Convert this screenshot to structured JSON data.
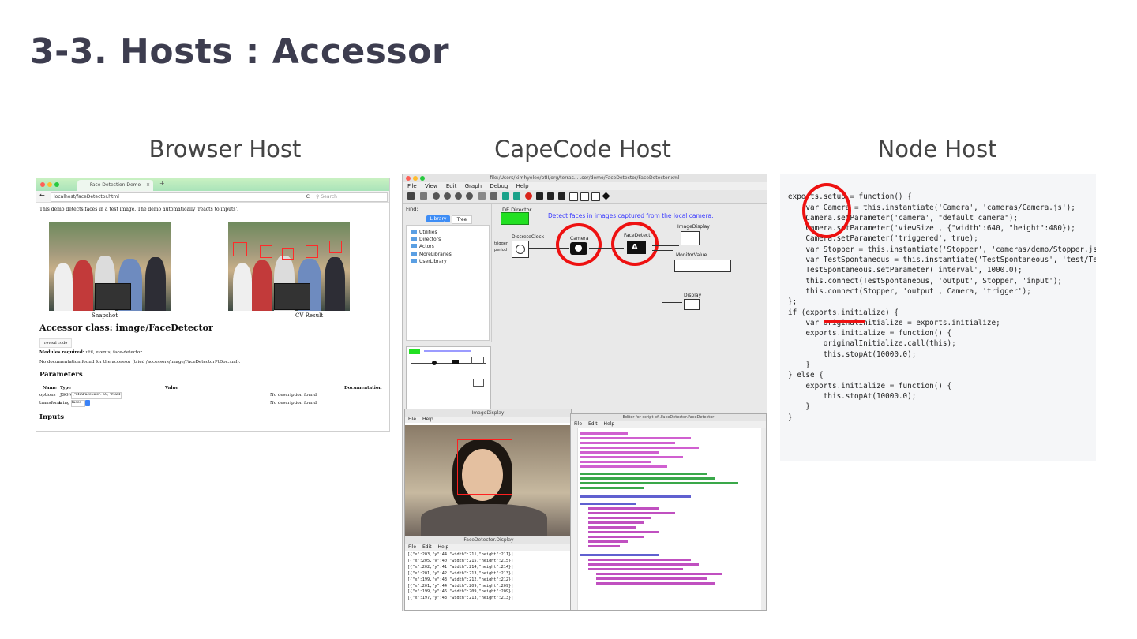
{
  "page_title": "3-3. Hosts : Accessor",
  "columns": {
    "browser": "Browser Host",
    "capecode": "CapeCode Host",
    "node": "Node Host"
  },
  "browser": {
    "tab_title": "Face Detection Demo",
    "tab_close": "×",
    "new_tab": "+",
    "url": "localhost/faceDetector.html",
    "reload": "C",
    "search_placeholder": "Search",
    "intro": "This demo detects faces in a test image. The demo automatically 'reacts to inputs'.",
    "caption_snapshot": "Snapshot",
    "caption_result": "CV Result",
    "heading": "Accessor class: image/FaceDetector",
    "reveal_button": "reveal code",
    "modules_label": "Modules required:",
    "modules_value": "util, events, face-detector",
    "no_doc": "No documentation found for the accessor (tried /accessors/image/FaceDetectorPtDoc.xml).",
    "params_heading": "Parameters",
    "param_headers": [
      "Name",
      "Type",
      "Value",
      "Documentation"
    ],
    "params": [
      {
        "name": "options",
        "type": "JSON",
        "value": "{\"MinFaceSize\": 50, \"MaxFa",
        "doc": "No description found"
      },
      {
        "name": "transform",
        "type": "string",
        "value": "faces",
        "doc": "No description found"
      }
    ],
    "inputs_heading": "Inputs"
  },
  "capecode": {
    "window_title": "file:/Users/kimhyelee/ptII/org/terras. . .sor/demo/FaceDetector/FaceDetector.xml",
    "menu": [
      "File",
      "View",
      "Edit",
      "Graph",
      "Debug",
      "Help"
    ],
    "find_label": "Find:",
    "lib_tabs": [
      "Library",
      "Tree"
    ],
    "library_items": [
      "Utilities",
      "Directors",
      "Actors",
      "MoreLibraries",
      "UserLibrary"
    ],
    "director": "DE Director",
    "annotation": "Detect faces in images captured from the local camera.",
    "nodes": {
      "clock": "DiscreteClock",
      "camera": "Camera",
      "facedetect": "FaceDetect",
      "imagedisplay": "ImageDisplay",
      "monitorvalue": "MonitorValue",
      "display": "Display"
    },
    "clock_ports": [
      "trigger",
      "period"
    ],
    "image_window_title": "ImageDisplay",
    "image_window_menu": [
      "File",
      "Help"
    ],
    "display_window_title": ".FaceDetector.Display",
    "display_window_menu": [
      "File",
      "Edit",
      "Help"
    ],
    "display_lines": [
      "[{\"x\":203,\"y\":44,\"width\":211,\"height\":211}]",
      "[{\"x\":205,\"y\":40,\"width\":215,\"height\":215}]",
      "[{\"x\":202,\"y\":41,\"width\":214,\"height\":214}]",
      "[{\"x\":201,\"y\":42,\"width\":213,\"height\":213}]",
      "[{\"x\":199,\"y\":43,\"width\":212,\"height\":212}]",
      "[{\"x\":201,\"y\":44,\"width\":209,\"height\":209}]",
      "[{\"x\":199,\"y\":46,\"width\":209,\"height\":209}]",
      "[{\"x\":197,\"y\":43,\"width\":213,\"height\":213}]"
    ],
    "editor_title": "Editor for script of .FaceDetector.FaceDetector",
    "editor_menu": [
      "File",
      "Edit",
      "Help"
    ]
  },
  "node_code": {
    "lines": [
      "exports.setup = function() {",
      "    var Camera = this.instantiate('Camera', 'cameras/Camera.js');",
      "    Camera.setParameter('camera', \"default camera\");",
      "    Camera.setParameter('viewSize', {\"width\":640, \"height\":480});",
      "    Camera.setParameter('triggered', true);",
      "",
      "    var Stopper = this.instantiate('Stopper', 'cameras/demo/Stopper.js');",
      "",
      "    var TestSpontaneous = this.instantiate('TestSpontaneous', 'test/TestSp",
      "    TestSpontaneous.setParameter('interval', 1000.0);",
      "",
      "    this.connect(TestSpontaneous, 'output', Stopper, 'input');",
      "    this.connect(Stopper, 'output', Camera, 'trigger');",
      "};",
      "",
      "if (exports.initialize) {",
      "    var originalInitialize = exports.initialize;",
      "    exports.initialize = function() {",
      "        originalInitialize.call(this);",
      "        this.stopAt(10000.0);",
      "    }",
      "} else {",
      "    exports.initialize = function() {",
      "        this.stopAt(10000.0);",
      "    }",
      "}"
    ]
  },
  "colors": {
    "title": "#3d3d4f",
    "highlight_red": "#e11111",
    "director_green": "#22e022",
    "annotation_blue": "#3a3aff"
  }
}
